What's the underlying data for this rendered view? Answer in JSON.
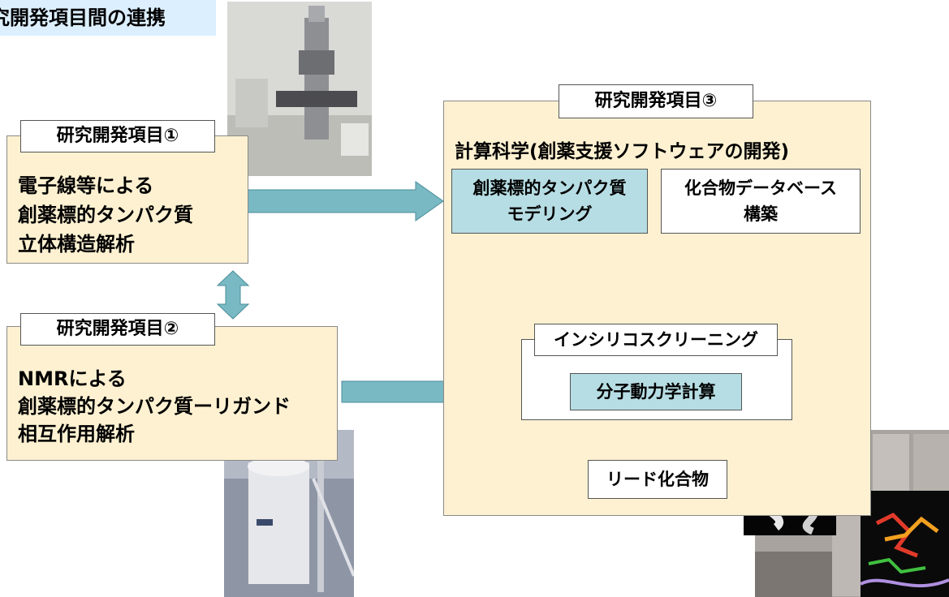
{
  "header": {
    "title": "究開発項目間の連携"
  },
  "item1": {
    "label": "研究開発項目①",
    "lines": [
      "電子線等による",
      "創薬標的タンパク質",
      "立体構造解析"
    ]
  },
  "item2": {
    "label": "研究開発項目②",
    "lines": [
      "NMRによる",
      "創薬標的タンパク質ーリガンド",
      "相互作用解析"
    ]
  },
  "item3": {
    "label": "研究開発項目③",
    "subtitle": "計算科学(創薬支援ソフトウェアの開発)",
    "modeling": [
      "創薬標的タンパク質",
      "モデリング"
    ],
    "database": [
      "化合物データベース",
      "構築"
    ],
    "screening": "インシリコスクリーニング",
    "md": "分子動力学計算",
    "lead": "リード化合物"
  },
  "colors": {
    "arrow": "#79b9c3",
    "cream": "#fdf1d1",
    "title_bg": "#dcefff",
    "blue_box": "#b6dde3",
    "connector": "#595959"
  }
}
